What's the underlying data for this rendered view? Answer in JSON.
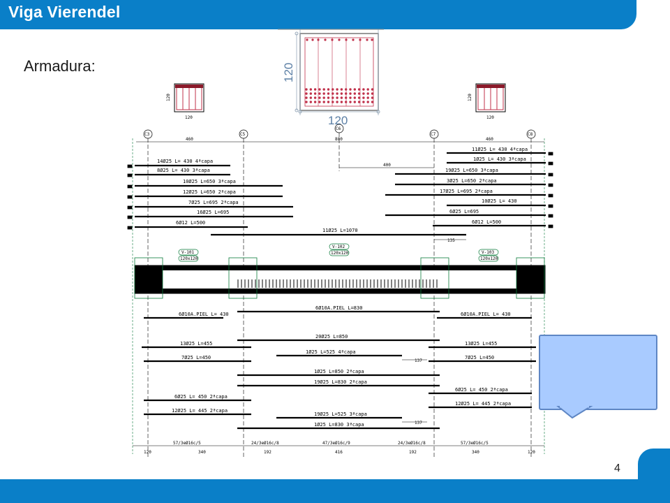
{
  "header": {
    "title": "Viga Vierendel"
  },
  "subtitle": "Armadura:",
  "page_number": "4",
  "section": {
    "dim_vertical": "120",
    "dim_horizontal": "120"
  },
  "mini_sections": {
    "left_v": "120",
    "left_h": "120",
    "right_v": "120",
    "right_h": "120"
  },
  "columns": [
    {
      "label": "C3"
    },
    {
      "label": "C5"
    },
    {
      "label": "C6"
    },
    {
      "label": "C7"
    },
    {
      "label": "C8"
    }
  ],
  "top_spans": [
    "460",
    "800",
    "460"
  ],
  "beam_tags": [
    {
      "name": "V-101",
      "size": "120x120"
    },
    {
      "name": "V-102",
      "size": "120x120"
    },
    {
      "name": "V-103",
      "size": "120x120"
    }
  ],
  "top_bars_left": [
    "14Ø25 L= 430 4ªcapa",
    "8Ø25 L= 430 3ªcapa",
    "10Ø25 L=650 3ªcapa",
    "12Ø25 L=650 2ªcapa",
    "7Ø25 L=695 2ªcapa",
    "16Ø25 L=695",
    "6Ø12 L=500"
  ],
  "top_bars_right": [
    "11Ø25 L= 430 4ªcapa",
    "1Ø25 L= 430 3ªcapa",
    "19Ø25 L=650 3ªcapa",
    "3Ø25 L=650 2ªcapa",
    "17Ø25 L=695 2ªcapa",
    "10Ø25 L= 430",
    "6Ø25 L=695",
    "6Ø12 L=500"
  ],
  "top_center_bar": "11Ø25 L=1070",
  "top_center_dim": "400",
  "top_right_dim": "135",
  "bottom_bars": {
    "piel_left": "6Ø10A.PIEL L= 430",
    "piel_center": "6Ø10A.PIEL L=830",
    "piel_right": "6Ø10A.PIEL L= 430",
    "center_1": "20Ø25 L=850",
    "left_1": "13Ø25 L=455",
    "right_1": "13Ø25 L=455",
    "center_2": "1Ø25 L=525 4ªcapa",
    "left_2": "7Ø25 L=450",
    "right_2": "7Ø25 L=450",
    "center_3": "1Ø25 L=850 2ªcapa",
    "center_4": "19Ø25 L=830 2ªcapa",
    "left_3": "6Ø25 L= 450 2ªcapa",
    "right_3": "6Ø25 L= 450 2ªcapa",
    "left_4": "12Ø25 L= 445 2ªcapa",
    "right_4": "12Ø25 L= 445 2ªcapa",
    "center_5": "19Ø25 L=525 3ªcapa",
    "center_6": "1Ø25 L=830 3ªcapa",
    "dim_137_a": "137",
    "dim_137_b": "137"
  },
  "stirrups": [
    "57/3eØ16c/5",
    "24/3eØ16c/8",
    "47/3eØ16c/9",
    "24/3eØ16c/8",
    "57/3eØ16c/5"
  ],
  "bottom_spans": [
    "120",
    "340",
    "192",
    "416",
    "192",
    "340",
    "120"
  ],
  "colors": {
    "brand_blue": "#0a7fc8",
    "callout_fill": "#a9cbff",
    "callout_border": "#5e86c4",
    "rebar_red": "#c0304a"
  }
}
